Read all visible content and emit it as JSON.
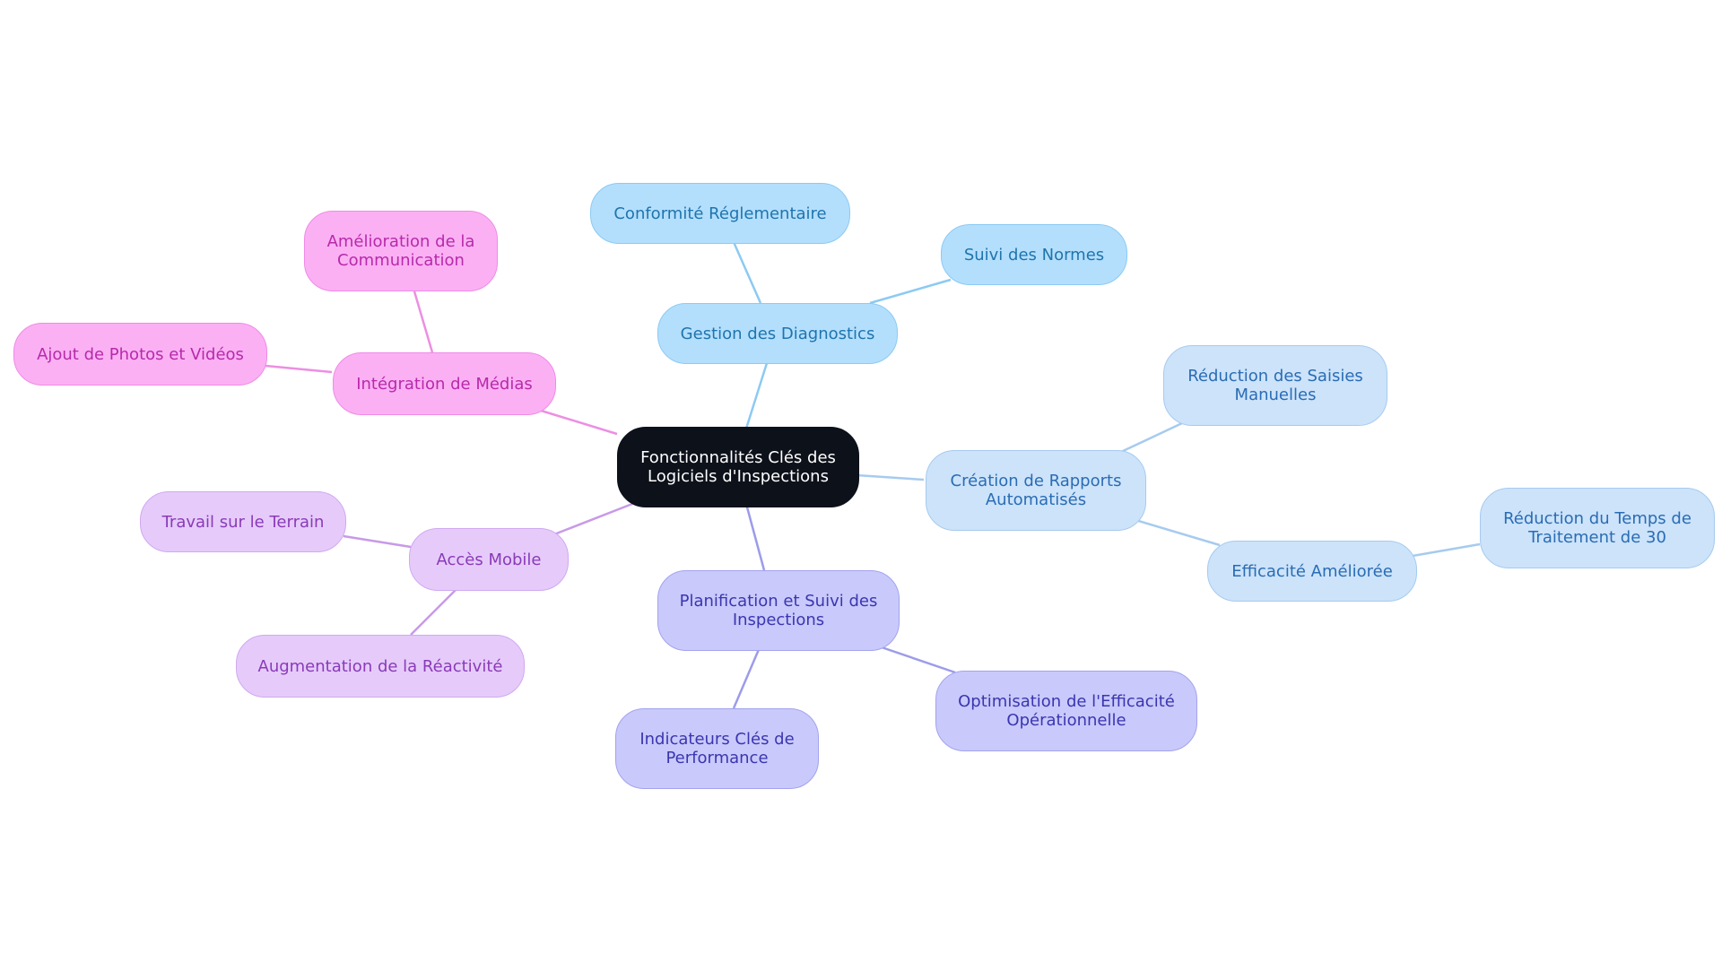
{
  "diagram": {
    "central": {
      "label": "Fonctionnalités Clés des\nLogiciels d'Inspections"
    },
    "branches": [
      {
        "id": "diag",
        "label": "Gestion des Diagnostics",
        "color": "#8ccaf3",
        "children": [
          {
            "id": "diag-c1",
            "label": "Conformité Réglementaire"
          },
          {
            "id": "diag-c2",
            "label": "Suivi des Normes"
          }
        ]
      },
      {
        "id": "rap",
        "label": "Création de Rapports\nAutomatisés",
        "color": "#a6cbef",
        "children": [
          {
            "id": "rap-c1",
            "label": "Réduction des Saisies\nManuelles"
          },
          {
            "id": "rap-c2",
            "label": "Efficacité Améliorée",
            "children": [
              {
                "id": "rap-c2-1",
                "label": "Réduction du Temps de\nTraitement de 30"
              }
            ]
          }
        ]
      },
      {
        "id": "plan",
        "label": "Planification et Suivi des\nInspections",
        "color": "#9c9cea",
        "children": [
          {
            "id": "plan-c1",
            "label": "Optimisation de l'Efficacité\nOpérationnelle"
          },
          {
            "id": "plan-c2",
            "label": "Indicateurs Clés de\nPerformance"
          }
        ]
      },
      {
        "id": "mob",
        "label": "Accès Mobile",
        "color": "#c79ae8",
        "children": [
          {
            "id": "mob-c1",
            "label": "Travail sur le Terrain"
          },
          {
            "id": "mob-c2",
            "label": "Augmentation de la Réactivité"
          }
        ]
      },
      {
        "id": "med",
        "label": "Intégration de Médias",
        "color": "#ec8fe2",
        "children": [
          {
            "id": "med-c1",
            "label": "Amélioration de la\nCommunication"
          },
          {
            "id": "med-c2",
            "label": "Ajout de Photos et Vidéos"
          }
        ]
      }
    ]
  }
}
